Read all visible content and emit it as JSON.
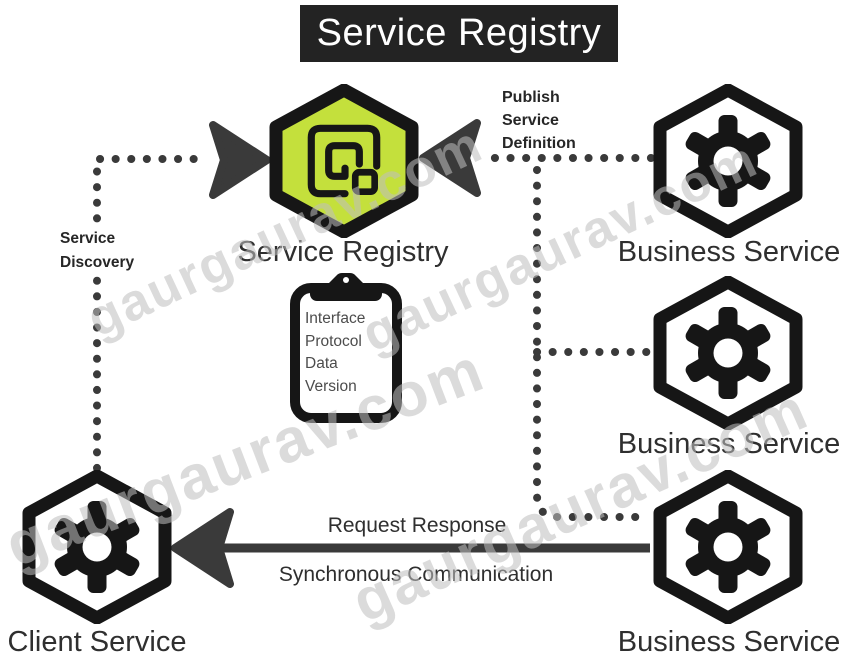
{
  "title": {
    "text": "Service Registry"
  },
  "colors": {
    "accent_green": "#c4e03c",
    "ink": "#161616",
    "arrow": "#3a3a3a",
    "label": "#2f2f2f",
    "small_label": "#262626",
    "clipboard_text": "#4c4c4c",
    "title_bg": "#232323",
    "title_fg": "#ffffff",
    "watermark": "#bfbfbf"
  },
  "nodes": {
    "registry": {
      "label": "Service Registry"
    },
    "business_top": {
      "label": "Business Service"
    },
    "business_mid": {
      "label": "Business Service"
    },
    "business_bottom": {
      "label": "Business Service"
    },
    "client": {
      "label": "Client Service"
    }
  },
  "edges": {
    "publish": {
      "label_lines": [
        "Publish",
        "Service",
        "Definition"
      ]
    },
    "discovery": {
      "label_lines": [
        "Service",
        "Discovery"
      ]
    },
    "request": {
      "label_top": "Request Response",
      "label_bottom": "Synchronous Communication"
    }
  },
  "clipboard": {
    "lines": [
      "Interface",
      "Protocol",
      "Data",
      "Version"
    ]
  },
  "watermark": {
    "text": "gaurgaurav.com"
  }
}
